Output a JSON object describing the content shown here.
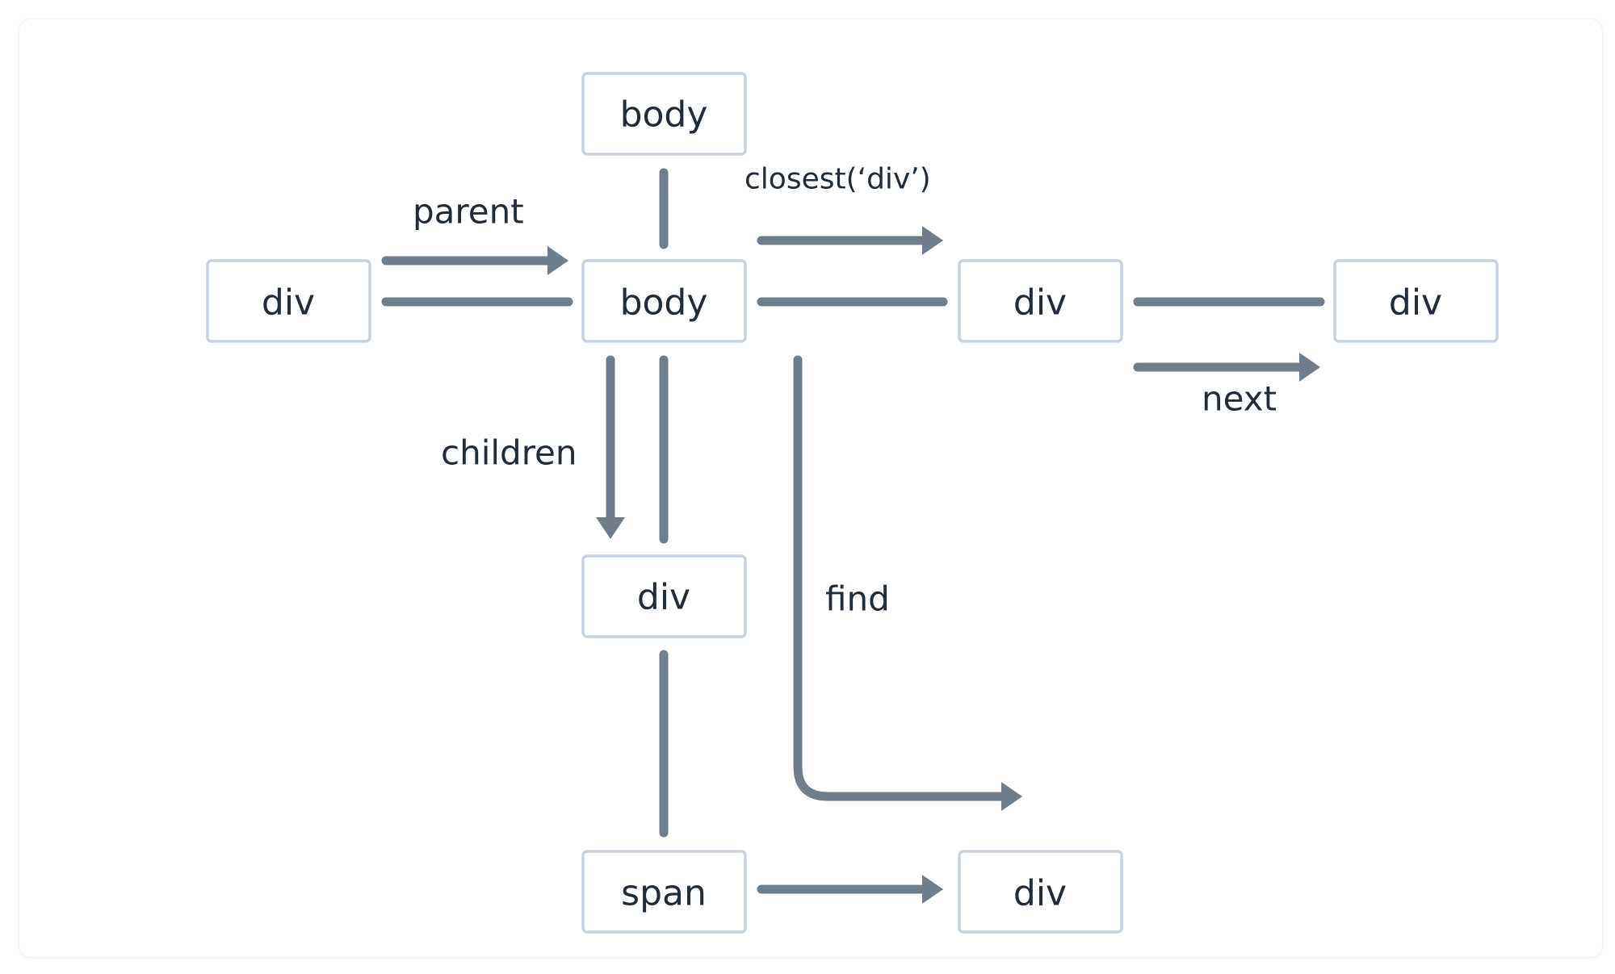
{
  "diagram": {
    "nodes": {
      "body_top": "body",
      "div_left": "div",
      "body_center": "body",
      "div_mid_right": "div",
      "div_far_right": "div",
      "div_below": "div",
      "span_bottom": "span",
      "div_bottom_right": "div"
    },
    "labels": {
      "parent": "parent",
      "closest": "closest(‘div’)",
      "next": "next",
      "children": "children",
      "find": "find"
    },
    "colors": {
      "line": "#707e8c",
      "box_border": "#c7d2de",
      "text": "#222c38"
    }
  }
}
